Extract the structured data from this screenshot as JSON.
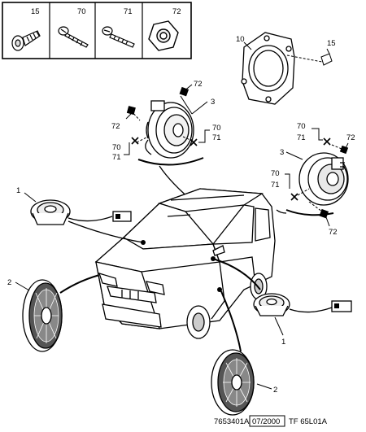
{
  "parts_table": [
    {
      "ref": "15",
      "icon": "expansion-rivet-icon"
    },
    {
      "ref": "70",
      "icon": "self-tapping-screw-icon"
    },
    {
      "ref": "71",
      "icon": "flange-screw-icon"
    },
    {
      "ref": "72",
      "icon": "hex-nut-icon"
    }
  ],
  "callouts": {
    "bracket": "10",
    "bracket_rivet": "15",
    "left_tweeter": "1",
    "right_tweeter": "1",
    "left_door_speaker": "2",
    "right_door_speaker": "2",
    "rear_speaker_left": "3",
    "rear_speaker_right": "3",
    "nut_top": "72",
    "nut_left": "72",
    "nut_right_top": "72",
    "nut_right_bottom": "72",
    "screw_left_70": "70",
    "screw_left_71": "71",
    "screw_mid_70": "70",
    "screw_mid_71": "71",
    "screw_right_top_70": "70",
    "screw_right_top_71": "71",
    "screw_right_low_70": "70",
    "screw_right_low_71": "71"
  },
  "footer": {
    "drawing_number": "7653401A",
    "date": "07/2000",
    "ref_code": "TF 65L01A"
  }
}
